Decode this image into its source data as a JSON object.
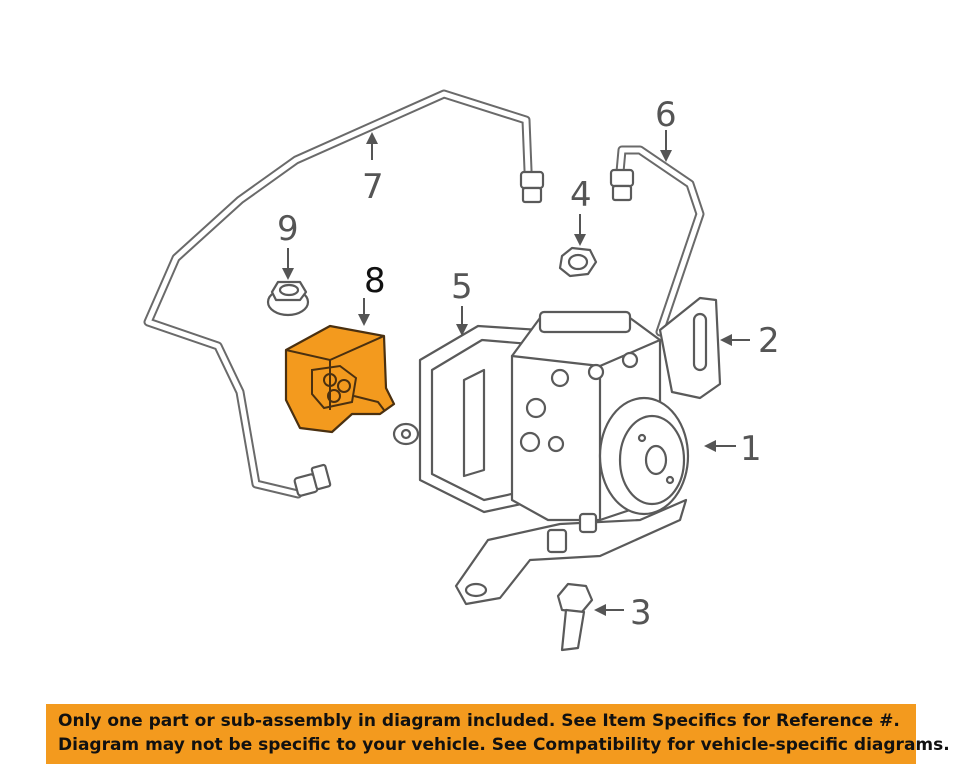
{
  "callouts": {
    "c1": "1",
    "c2": "2",
    "c3": "3",
    "c4": "4",
    "c5": "5",
    "c6": "6",
    "c7": "7",
    "c8": "8",
    "c9": "9"
  },
  "highlighted_part": "8",
  "colors": {
    "highlight": "#f39a1e",
    "line": "#5a5a5a",
    "banner": "#f39a1e"
  },
  "disclaimer": {
    "line1": "Only one part or sub-assembly in diagram included. See Item Specifics for Reference #.",
    "line2": "Diagram may not be specific to your vehicle. See Compatibility for vehicle-specific diagrams."
  }
}
